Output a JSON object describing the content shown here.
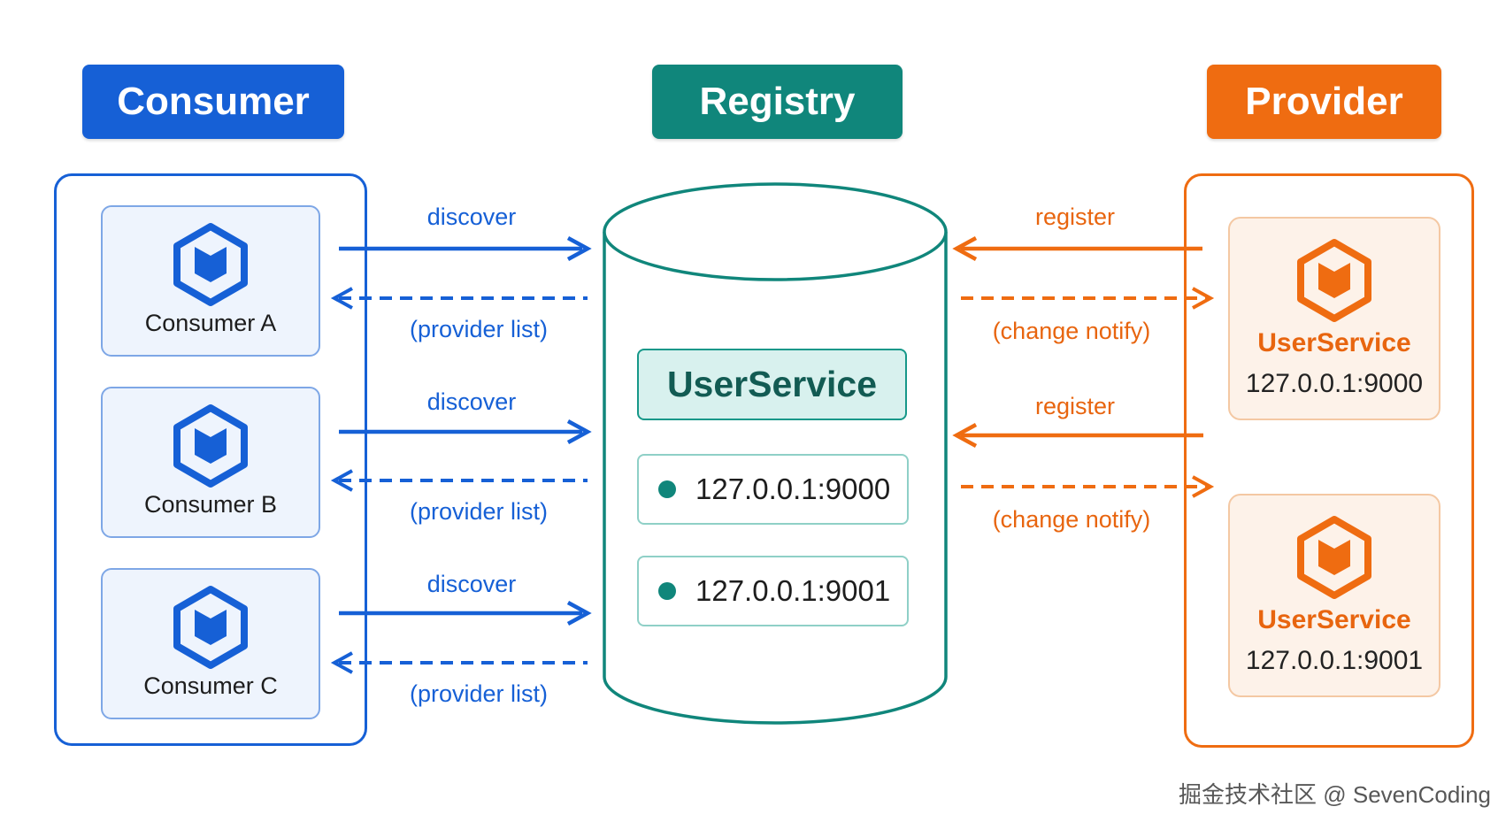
{
  "headers": {
    "consumer": "Consumer",
    "registry": "Registry",
    "provider": "Provider"
  },
  "consumers": [
    {
      "label": "Consumer A"
    },
    {
      "label": "Consumer B"
    },
    {
      "label": "Consumer C"
    }
  ],
  "consumer_edges": {
    "discover": "discover",
    "provider_list": "(provider list)"
  },
  "provider_edges": {
    "register": "register",
    "change_notify": "(change notify)"
  },
  "registry": {
    "service_name": "UserService",
    "instances": [
      {
        "address": "127.0.0.1:9000"
      },
      {
        "address": "127.0.0.1:9001"
      }
    ]
  },
  "providers": [
    {
      "service": "UserService",
      "address": "127.0.0.1:9000"
    },
    {
      "service": "UserService",
      "address": "127.0.0.1:9001"
    }
  ],
  "watermark": "掘金技术社区 @ SevenCoding",
  "colors": {
    "consumer": "#1660d6",
    "registry": "#10867b",
    "provider": "#ef6c11"
  },
  "icons": {
    "consumer_node": "cube-icon",
    "provider_node": "cube-icon",
    "instance_status": "status-dot-icon"
  }
}
